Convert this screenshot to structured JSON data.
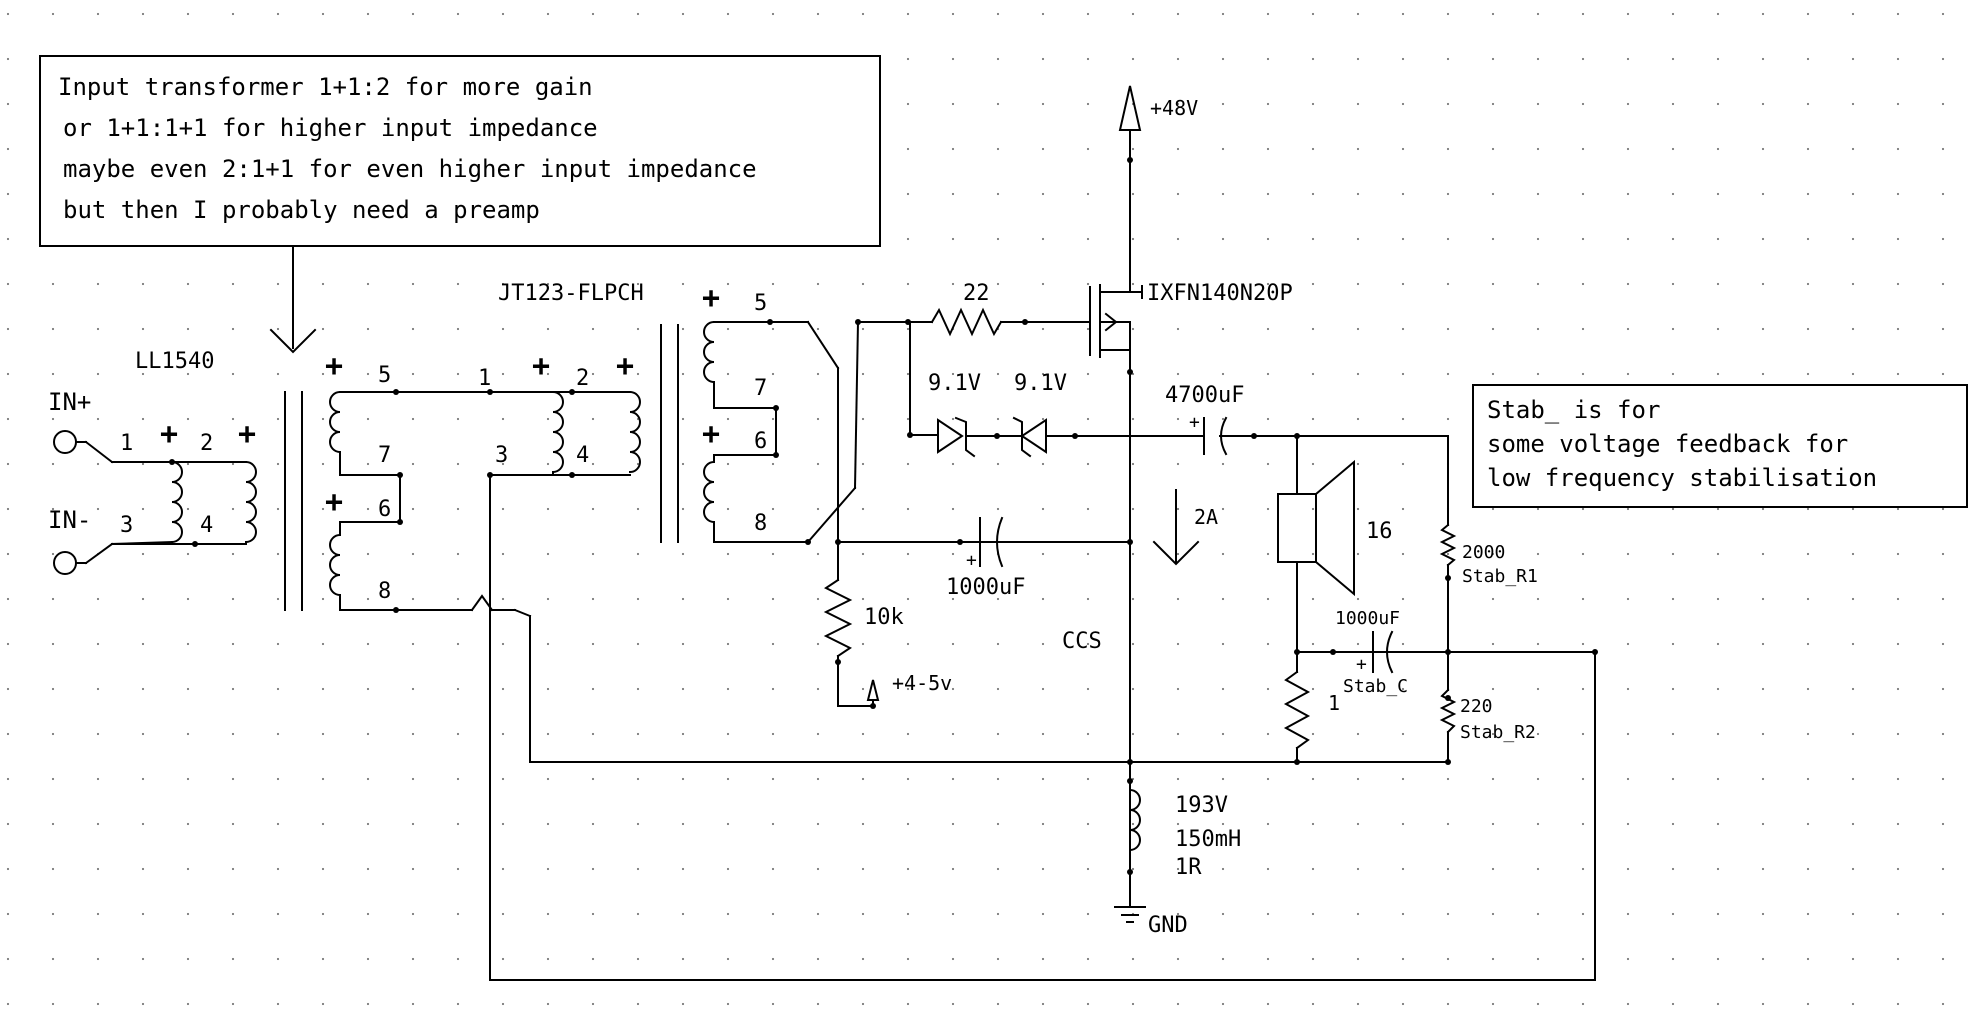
{
  "notes": {
    "input_transformer": [
      "Input transformer 1+1:2 for more gain",
      "or 1+1:1+1 for higher input impedance",
      "maybe even 2:1+1 for even higher input impedance",
      "but then I probably need a preamp"
    ],
    "stab": [
      "Stab_ is for",
      "some voltage feedback for",
      "low frequency stabilisation"
    ]
  },
  "labels": {
    "in_plus": "IN+",
    "in_minus": "IN-",
    "t1_name": "LL1540",
    "t2_name": "JT123-FLPCH",
    "t1_prim_pins": [
      "1",
      "2",
      "3",
      "4"
    ],
    "t1_sec_pins": [
      "5",
      "7",
      "6",
      "8"
    ],
    "t2_prim_pins": [
      "1",
      "2",
      "3",
      "4"
    ],
    "t2_sec_pins": [
      "5",
      "7",
      "6",
      "8"
    ],
    "plus": "+",
    "r_gate": "22",
    "mosfet": "IXFN140N20P",
    "supply": "+48V",
    "zener1": "9.1V",
    "zener2": "9.1V",
    "c_out": "4700uF",
    "c_bias": "1000uF",
    "r_bias": "10k",
    "bias_supply": "+4-5v",
    "current": "2A",
    "ccs": "CCS",
    "speaker": "16",
    "stab_r1_value": "2000",
    "stab_r1_name": "Stab_R1",
    "stab_c_value": "1000uF",
    "stab_c_name": "Stab_C",
    "stab_r2_value": "220",
    "stab_r2_name": "Stab_R2",
    "r_sense": "1",
    "choke_v": "193V",
    "choke_l": "150mH",
    "choke_r": "1R",
    "gnd": "GND"
  }
}
